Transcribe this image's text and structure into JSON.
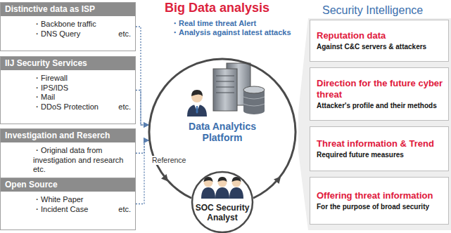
{
  "diagram": {
    "title": "Big Data analysis",
    "nodes": [
      {
        "text": [
          "Distinctive data as ISP",
          "・Backbone traffic",
          "・DNS Query",
          "etc."
        ]
      },
      {
        "text": [
          "IIJ Security Services",
          "・Firewall",
          "・IPS/IDS",
          "・Mail",
          "・DDoS Protection",
          "etc."
        ]
      },
      {
        "text": [
          "Investigation and Reserch",
          "・Original data from investigation and research etc."
        ]
      },
      {
        "text": [
          "Open Source",
          "・White Paper",
          "・Incident Case",
          "etc."
        ]
      },
      {
        "text": [
          "Data Analytics Platform"
        ]
      },
      {
        "text": [
          "SOC Security Analyst"
        ]
      },
      {
        "text": [
          "Reputation data",
          "Against C&C servers & attackers"
        ]
      },
      {
        "text": [
          "Direction for the future cyber threat",
          "Attacker's profile and their methods"
        ]
      },
      {
        "text": [
          "Threat information & Trend",
          "Required future measures"
        ]
      },
      {
        "text": [
          "Offering threat information",
          "For the purpose of broad security"
        ]
      }
    ],
    "edges": [
      {
        "from": 0,
        "to": 4,
        "arrow": "to"
      },
      {
        "from": 1,
        "to": 4,
        "arrow": "to"
      },
      {
        "from": 2,
        "to": 4,
        "arrow": "to"
      },
      {
        "from": 3,
        "to": 4,
        "arrow": "to"
      }
    ],
    "labels": [
      "・Real time threat Alert",
      "・Analysis against latest attacks",
      "Security Intelligence",
      "Reference"
    ]
  }
}
